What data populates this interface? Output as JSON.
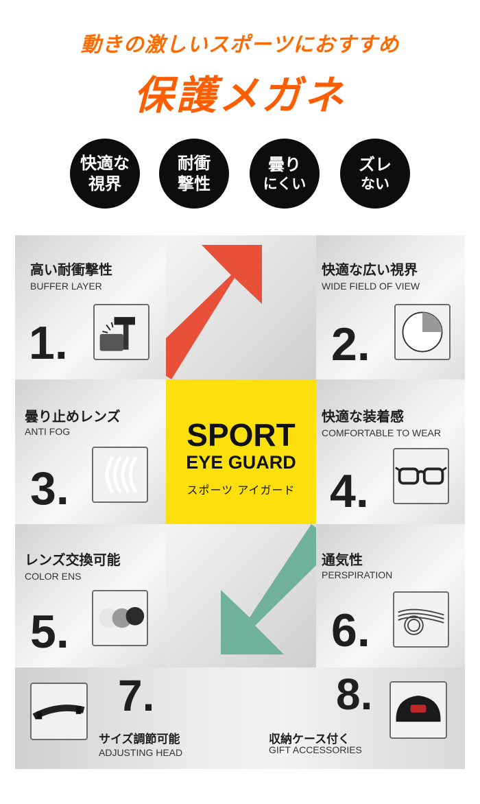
{
  "header": {
    "subtitle": "動きの激しいスポーツにおすすめ",
    "title": "保護メガネ"
  },
  "badges": [
    {
      "line1": "快適な",
      "line2": "視界"
    },
    {
      "line1": "耐衝",
      "line2": "撃性"
    },
    {
      "line1": "曇り",
      "line2": "にくい"
    },
    {
      "line1": "ズレ",
      "line2": "ない"
    }
  ],
  "center": {
    "line1": "SPORT",
    "line2": "EYE GUARD",
    "line3": "スポーツ アイガード"
  },
  "features": [
    {
      "jp": "高い耐衝撃性",
      "en": "BUFFER LAYER",
      "num": "1.",
      "icon": "hammer-icon"
    },
    {
      "jp": "快適な広い視界",
      "en": "WIDE FIELD OF VIEW",
      "num": "2.",
      "icon": "view-angle-icon"
    },
    {
      "jp": "曇り止めレンズ",
      "en": "ANTI FOG",
      "num": "3.",
      "icon": "lens-layers-icon"
    },
    {
      "jp": "快適な装着感",
      "en": "COMFORTABLE TO WEAR",
      "num": "4.",
      "icon": "glasses-icon"
    },
    {
      "jp": "レンズ交換可能",
      "en": "COLOR ENS",
      "num": "5.",
      "icon": "color-lenses-icon"
    },
    {
      "jp": "通気性",
      "en": "PERSPIRATION",
      "num": "6.",
      "icon": "ventilation-icon"
    },
    {
      "jp": "サイズ調節可能",
      "en": "ADJUSTING HEAD",
      "num": "7.",
      "icon": "headband-icon"
    },
    {
      "jp": "収納ケース付く",
      "en": "GIFT ACCESSORIES",
      "num": "8.",
      "icon": "case-icon"
    }
  ],
  "colors": {
    "accent_orange": "#ff5e00",
    "center_yellow": "#fbe00e",
    "arrow_red": "#e8503a",
    "arrow_green": "#6fb19a"
  }
}
